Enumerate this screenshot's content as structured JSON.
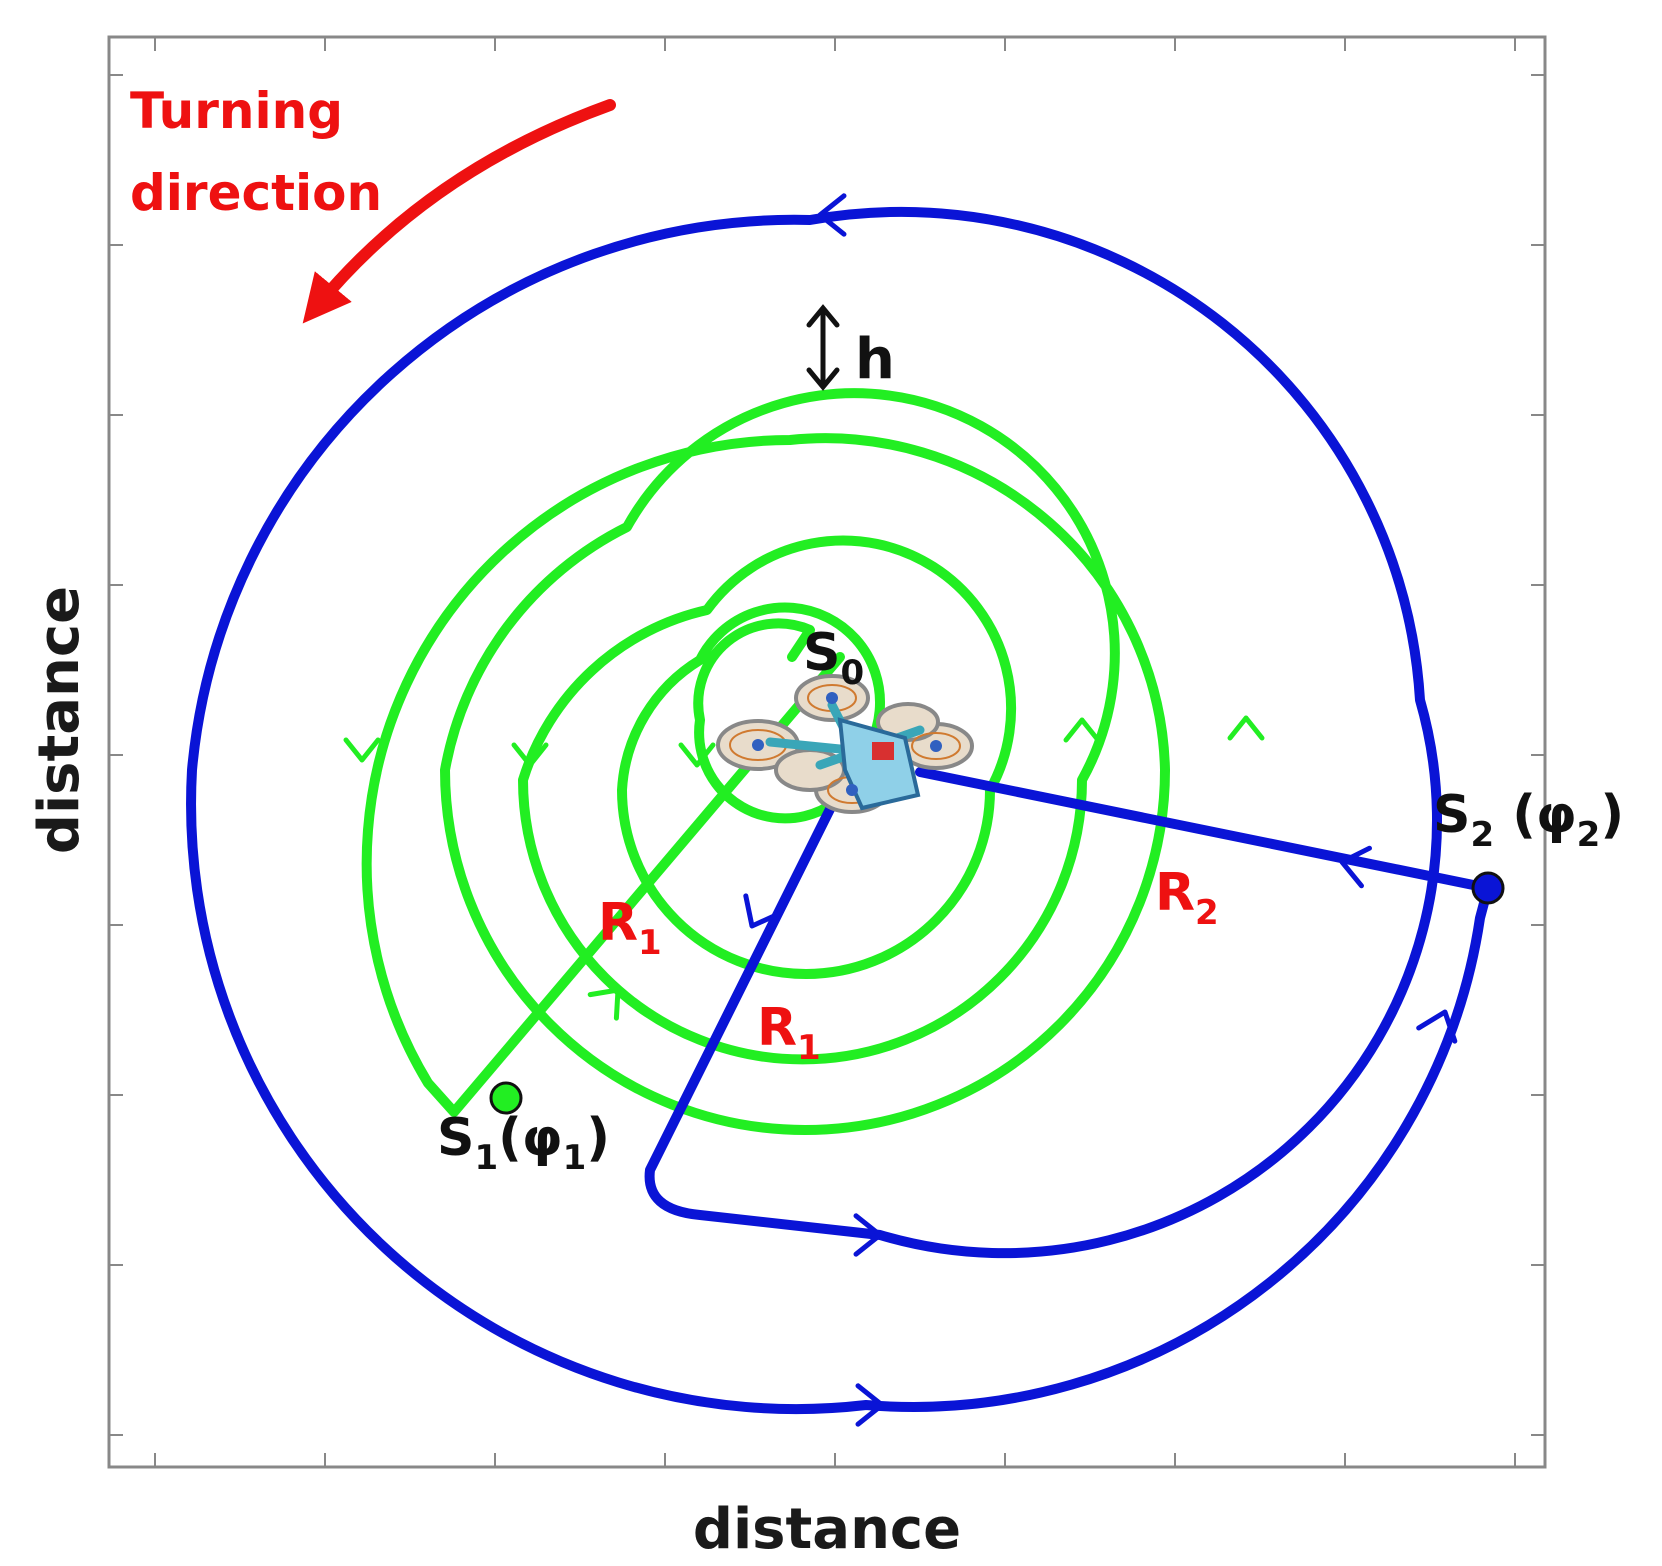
{
  "axes": {
    "xlabel": "distance",
    "ylabel": "distance"
  },
  "annotation": {
    "line1": "Turning",
    "line2": "direction"
  },
  "labels": {
    "h": "h",
    "s0": {
      "main": "S",
      "sub": "0"
    },
    "s1": {
      "main": "S",
      "sub": "1",
      "open": "(φ",
      "sub2": "1",
      "close": ")"
    },
    "s2": {
      "main": "S",
      "sub": "2",
      "open": " (φ",
      "sub2": "2",
      "close": ")"
    },
    "r1a": {
      "main": "R",
      "sub": "1"
    },
    "r1b": {
      "main": "R",
      "sub": "1"
    },
    "r2": {
      "main": "R",
      "sub": "2"
    }
  },
  "colors": {
    "blue": "#0a14d6",
    "green": "#22ee22",
    "red": "#ee1111",
    "frame": "#888888",
    "text": "#111111"
  },
  "icons": [
    "quadcopter-drone-icon",
    "curved-arrow-icon",
    "double-headed-arrow-icon"
  ]
}
